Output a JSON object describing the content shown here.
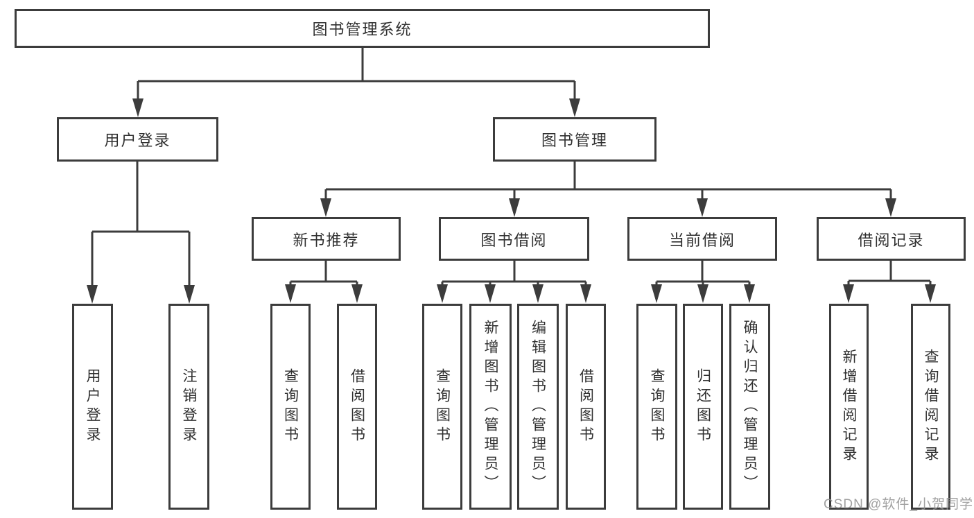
{
  "colors": {
    "line": "#3c3c3c",
    "box_border": "#3c3c3c",
    "box_background": "#ffffff",
    "text": "#303030",
    "watermark": "#919191",
    "page_background": "#ffffff"
  },
  "watermark": "CSDN @软件_小贺同学",
  "tree": {
    "root": {
      "label": "图书管理系统",
      "children": [
        {
          "label": "用户登录",
          "children": [
            {
              "label": "用户登录"
            },
            {
              "label": "注销登录"
            }
          ]
        },
        {
          "label": "图书管理",
          "children": [
            {
              "label": "新书推荐",
              "children": [
                {
                  "label": "查询图书"
                },
                {
                  "label": "借阅图书"
                }
              ]
            },
            {
              "label": "图书借阅",
              "children": [
                {
                  "label": "查询图书"
                },
                {
                  "label": "新增图书（管理员）"
                },
                {
                  "label": "编辑图书（管理员）"
                },
                {
                  "label": "借阅图书"
                }
              ]
            },
            {
              "label": "当前借阅",
              "children": [
                {
                  "label": "查询图书"
                },
                {
                  "label": "归还图书"
                },
                {
                  "label": "确认归还（管理员）"
                }
              ]
            },
            {
              "label": "借阅记录",
              "children": [
                {
                  "label": "新增借阅记录"
                },
                {
                  "label": "查询借阅记录"
                }
              ]
            }
          ]
        }
      ]
    }
  }
}
